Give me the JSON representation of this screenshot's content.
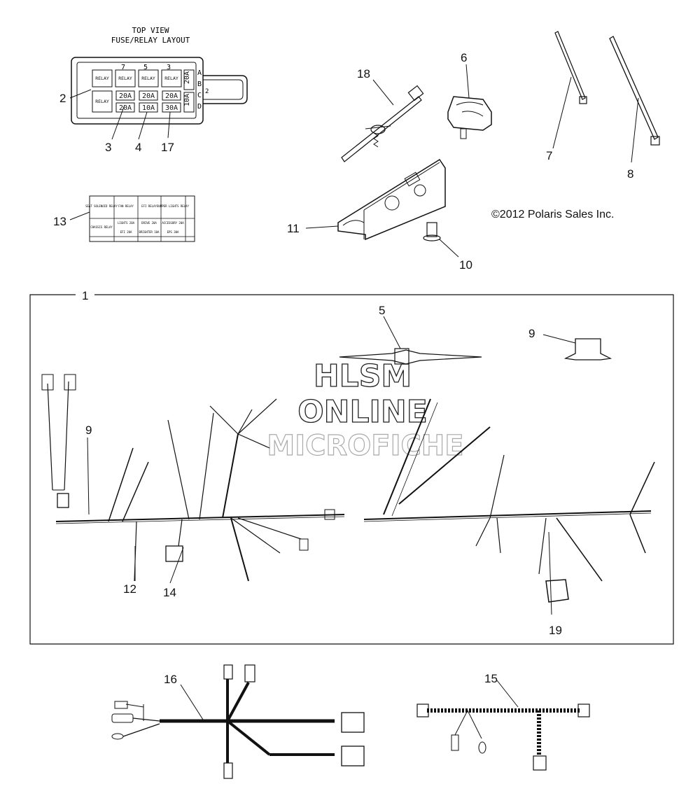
{
  "fuse_layout": {
    "title_line1": "TOP VIEW",
    "title_line2": "FUSE/RELAY LAYOUT",
    "column_numbers": [
      "7",
      "5",
      "3"
    ],
    "row_letters": [
      "A",
      "B",
      "C",
      "D"
    ],
    "side_label_top": "20A",
    "side_label_bottom": "10A",
    "side_number": "2",
    "relay_labels": [
      "RELAY",
      "RELAY",
      "RELAY",
      "RELAY",
      "RELAY"
    ],
    "fuse_values": [
      "20A",
      "20A",
      "20A",
      "20A",
      "10A",
      "30A"
    ]
  },
  "decal": {
    "cells": [
      "SEAT SOLENOID RELAY",
      "FAN RELAY",
      "EFI RELAY",
      "BUMPER LIGHTS RELAY",
      "CHASSIS RELAY",
      "LIGHTS 20A",
      "DRIVE 20A",
      "ACCESSORY 20A",
      "EFI 20A",
      "BRIGHTER 10A",
      "EPS 30A"
    ]
  },
  "copyright": "©2012 Polaris Sales Inc.",
  "watermark": {
    "line1": "HLSM",
    "line2": "ONLINE",
    "line3": "MICROFICHE"
  },
  "callouts": {
    "c1": "1",
    "c2": "2",
    "c3": "3",
    "c4": "4",
    "c5": "5",
    "c6": "6",
    "c7": "7",
    "c8": "8",
    "c9a": "9",
    "c9b": "9",
    "c10": "10",
    "c11": "11",
    "c12": "12",
    "c13": "13",
    "c14": "14",
    "c15": "15",
    "c16": "16",
    "c17": "17",
    "c18": "18",
    "c19": "19"
  },
  "colors": {
    "ink": "#111111",
    "background": "#ffffff",
    "watermark_gray": "#aaaaaa"
  }
}
